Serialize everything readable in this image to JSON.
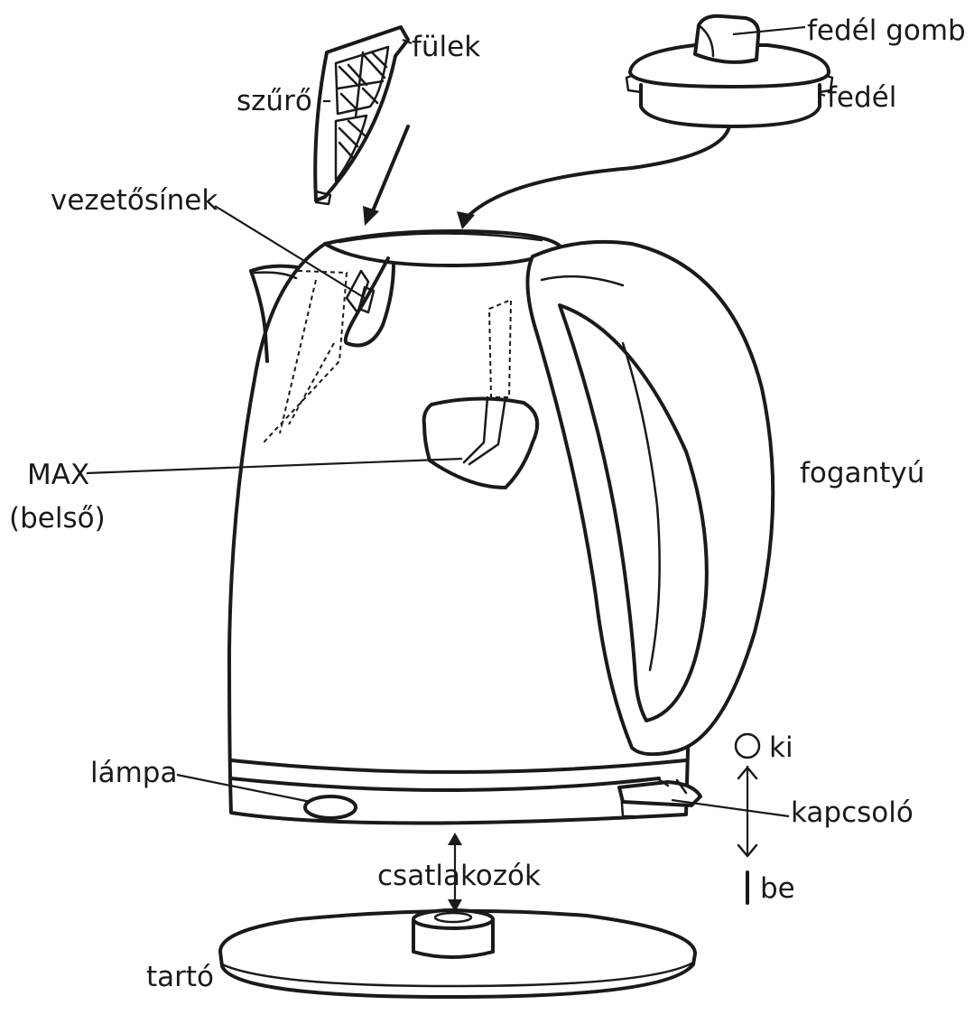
{
  "labels": {
    "fulek": "fülek",
    "szuro": "szűrő",
    "fedel_gomb": "fedél gomb",
    "fedel": "fedél",
    "vezetosinek": "vezetősínek",
    "max": "MAX",
    "belso": "(belső)",
    "fogantyu": "fogantyú",
    "ki": "ki",
    "lampa": "lámpa",
    "kapcsolo": "kapcsoló",
    "csatlakozok": "csatlakozók",
    "be": "be",
    "tarto": "tartó"
  }
}
